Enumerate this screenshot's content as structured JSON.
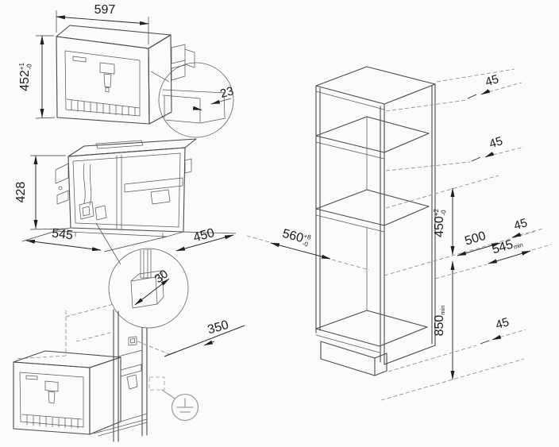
{
  "views": {
    "front_view": {
      "width_mm": "597",
      "height_mm": "452",
      "height_tol_up": "+1",
      "height_tol_dn": "-0",
      "detail_overhang_mm": "23"
    },
    "body_view": {
      "height_mm": "428",
      "width_mm": "545",
      "depth_mm": "450",
      "detail_plug_mm": "30"
    },
    "installed_view": {
      "socket_offset_mm": "350"
    },
    "column_view": {
      "top_gap_mm": "45",
      "upper_gap_mm": "45",
      "mid_gap_mm": "45",
      "bottom_gap_mm": "45",
      "niche_width_mm": "560",
      "niche_width_tol_up": "+8",
      "niche_width_tol_dn": "-0",
      "niche_height_mm": "450",
      "niche_height_tol_up": "+2",
      "niche_height_tol_dn": "-0",
      "niche_depth_mm": "500",
      "min_depth_mm": "545",
      "min_depth_suffix": "min",
      "min_floor_height_mm": "850",
      "min_floor_height_suffix": "min"
    }
  }
}
